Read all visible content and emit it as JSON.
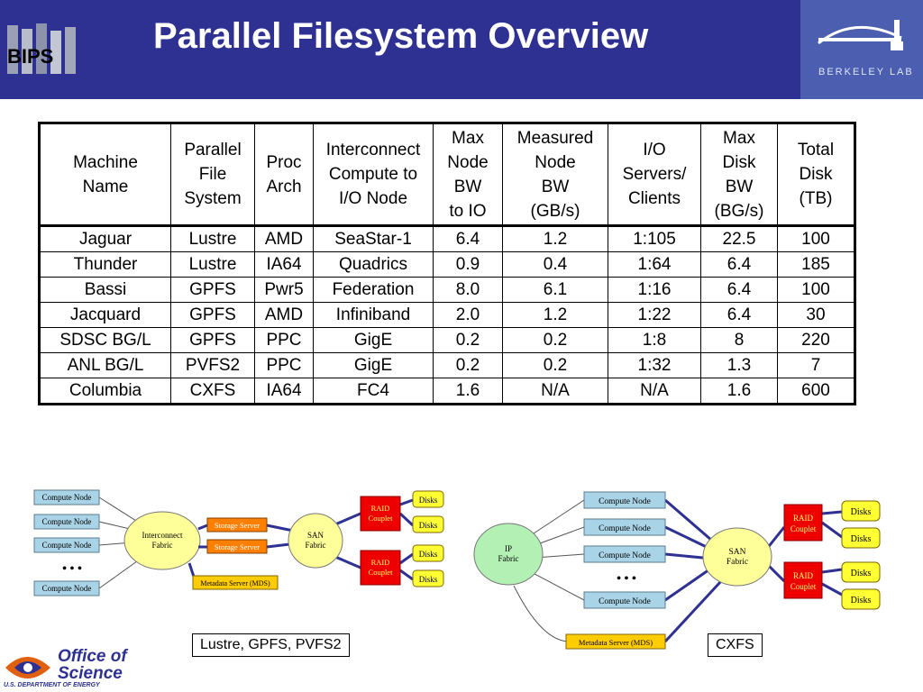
{
  "header": {
    "title": "Parallel Filesystem Overview",
    "left_logo_text": "BIPS",
    "right_logo_text": "BERKELEY LAB"
  },
  "table": {
    "headers": [
      [
        "Machine",
        "Name"
      ],
      [
        "Parallel",
        "File",
        "System"
      ],
      [
        "Proc",
        "Arch"
      ],
      [
        "Interconnect",
        "Compute to",
        "I/O Node"
      ],
      [
        "Max",
        "Node",
        "BW",
        "to IO"
      ],
      [
        "Measured",
        "Node",
        "BW",
        "(GB/s)"
      ],
      [
        "I/O",
        "Servers/",
        "Clients"
      ],
      [
        "Max",
        "Disk",
        "BW",
        "(BG/s)"
      ],
      [
        "Total",
        "Disk",
        "(TB)"
      ]
    ],
    "rows": [
      [
        "Jaguar",
        "Lustre",
        "AMD",
        "SeaStar-1",
        "6.4",
        "1.2",
        "1:105",
        "22.5",
        "100"
      ],
      [
        "Thunder",
        "Lustre",
        "IA64",
        "Quadrics",
        "0.9",
        "0.4",
        "1:64",
        "6.4",
        "185"
      ],
      [
        "Bassi",
        "GPFS",
        "Pwr5",
        "Federation",
        "8.0",
        "6.1",
        "1:16",
        "6.4",
        "100"
      ],
      [
        "Jacquard",
        "GPFS",
        "AMD",
        "Infiniband",
        "2.0",
        "1.2",
        "1:22",
        "6.4",
        "30"
      ],
      [
        "SDSC BG/L",
        "GPFS",
        "PPC",
        "GigE",
        "0.2",
        "0.2",
        "1:8",
        "8",
        "220"
      ],
      [
        "ANL BG/L",
        "PVFS2",
        "PPC",
        "GigE",
        "0.2",
        "0.2",
        "1:32",
        "1.3",
        "7"
      ],
      [
        "Columbia",
        "CXFS",
        "IA64",
        "FC4",
        "1.6",
        "N/A",
        "N/A",
        "1.6",
        "600"
      ]
    ]
  },
  "diagram_left": {
    "compute_nodes": [
      "Compute Node",
      "Compute Node",
      "Compute Node",
      "Compute Node"
    ],
    "ellipsis": "• • •",
    "interconnect": [
      "Interconnect",
      "Fabric"
    ],
    "storage_servers": [
      "Storage Server",
      "Storage Server"
    ],
    "metadata": "Metadata Server (MDS)",
    "san": [
      "SAN",
      "Fabric"
    ],
    "raid": [
      "RAID",
      "Couplet"
    ],
    "disks": "Disks",
    "caption": "Lustre, GPFS, PVFS2"
  },
  "diagram_right": {
    "compute_nodes": [
      "Compute Node",
      "Compute Node",
      "Compute Node",
      "Compute Node"
    ],
    "ellipsis": "• • •",
    "ip": [
      "IP",
      "Fabric"
    ],
    "metadata": "Metadata Server (MDS)",
    "san": [
      "SAN",
      "Fabric"
    ],
    "raid": [
      "RAID",
      "Couplet"
    ],
    "disks": "Disks",
    "caption": "CXFS"
  },
  "footer": {
    "office_line1": "Office of",
    "office_line2": "Science",
    "doe": "U.S. DEPARTMENT OF ENERGY"
  },
  "colors": {
    "header_bg": "#2e3192",
    "compute_node": "#a9d3e6",
    "cloud": "#ffff99",
    "storage_server": "#ff8000",
    "metadata": "#ffcc00",
    "raid": "#ee0000",
    "disks": "#ffff33",
    "link": "#2e3192"
  }
}
